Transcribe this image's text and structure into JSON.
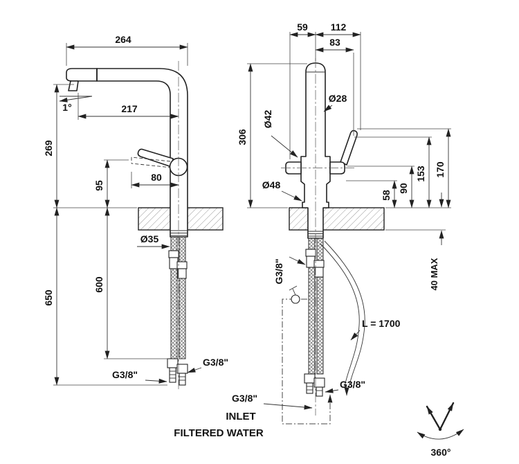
{
  "drawing": {
    "side_view": {
      "d264": "264",
      "d217": "217",
      "angle": "1°",
      "d269": "269",
      "d95": "95",
      "d80": "80",
      "d650": "650",
      "d600": "600",
      "dia35": "Ø35",
      "g38_left": "G3/8\"",
      "g38_right": "G3/8\""
    },
    "front_view": {
      "d59": "59",
      "d112": "112",
      "d83": "83",
      "d306": "306",
      "dia42": "Ø42",
      "dia28": "Ø28",
      "d170": "170",
      "d153": "153",
      "d90": "90",
      "d58": "58",
      "dia48": "Ø48",
      "d40max": "40 MAX",
      "g38_mid": "G3/8\"",
      "hose_length": "L = 1700",
      "g38_bottom_right": "G3/8\"",
      "g38_bottom_left": "G3/8\""
    },
    "annotations": {
      "inlet_line1": "INLET",
      "inlet_line2": "FILTERED WATER",
      "rotation": "360°"
    }
  }
}
